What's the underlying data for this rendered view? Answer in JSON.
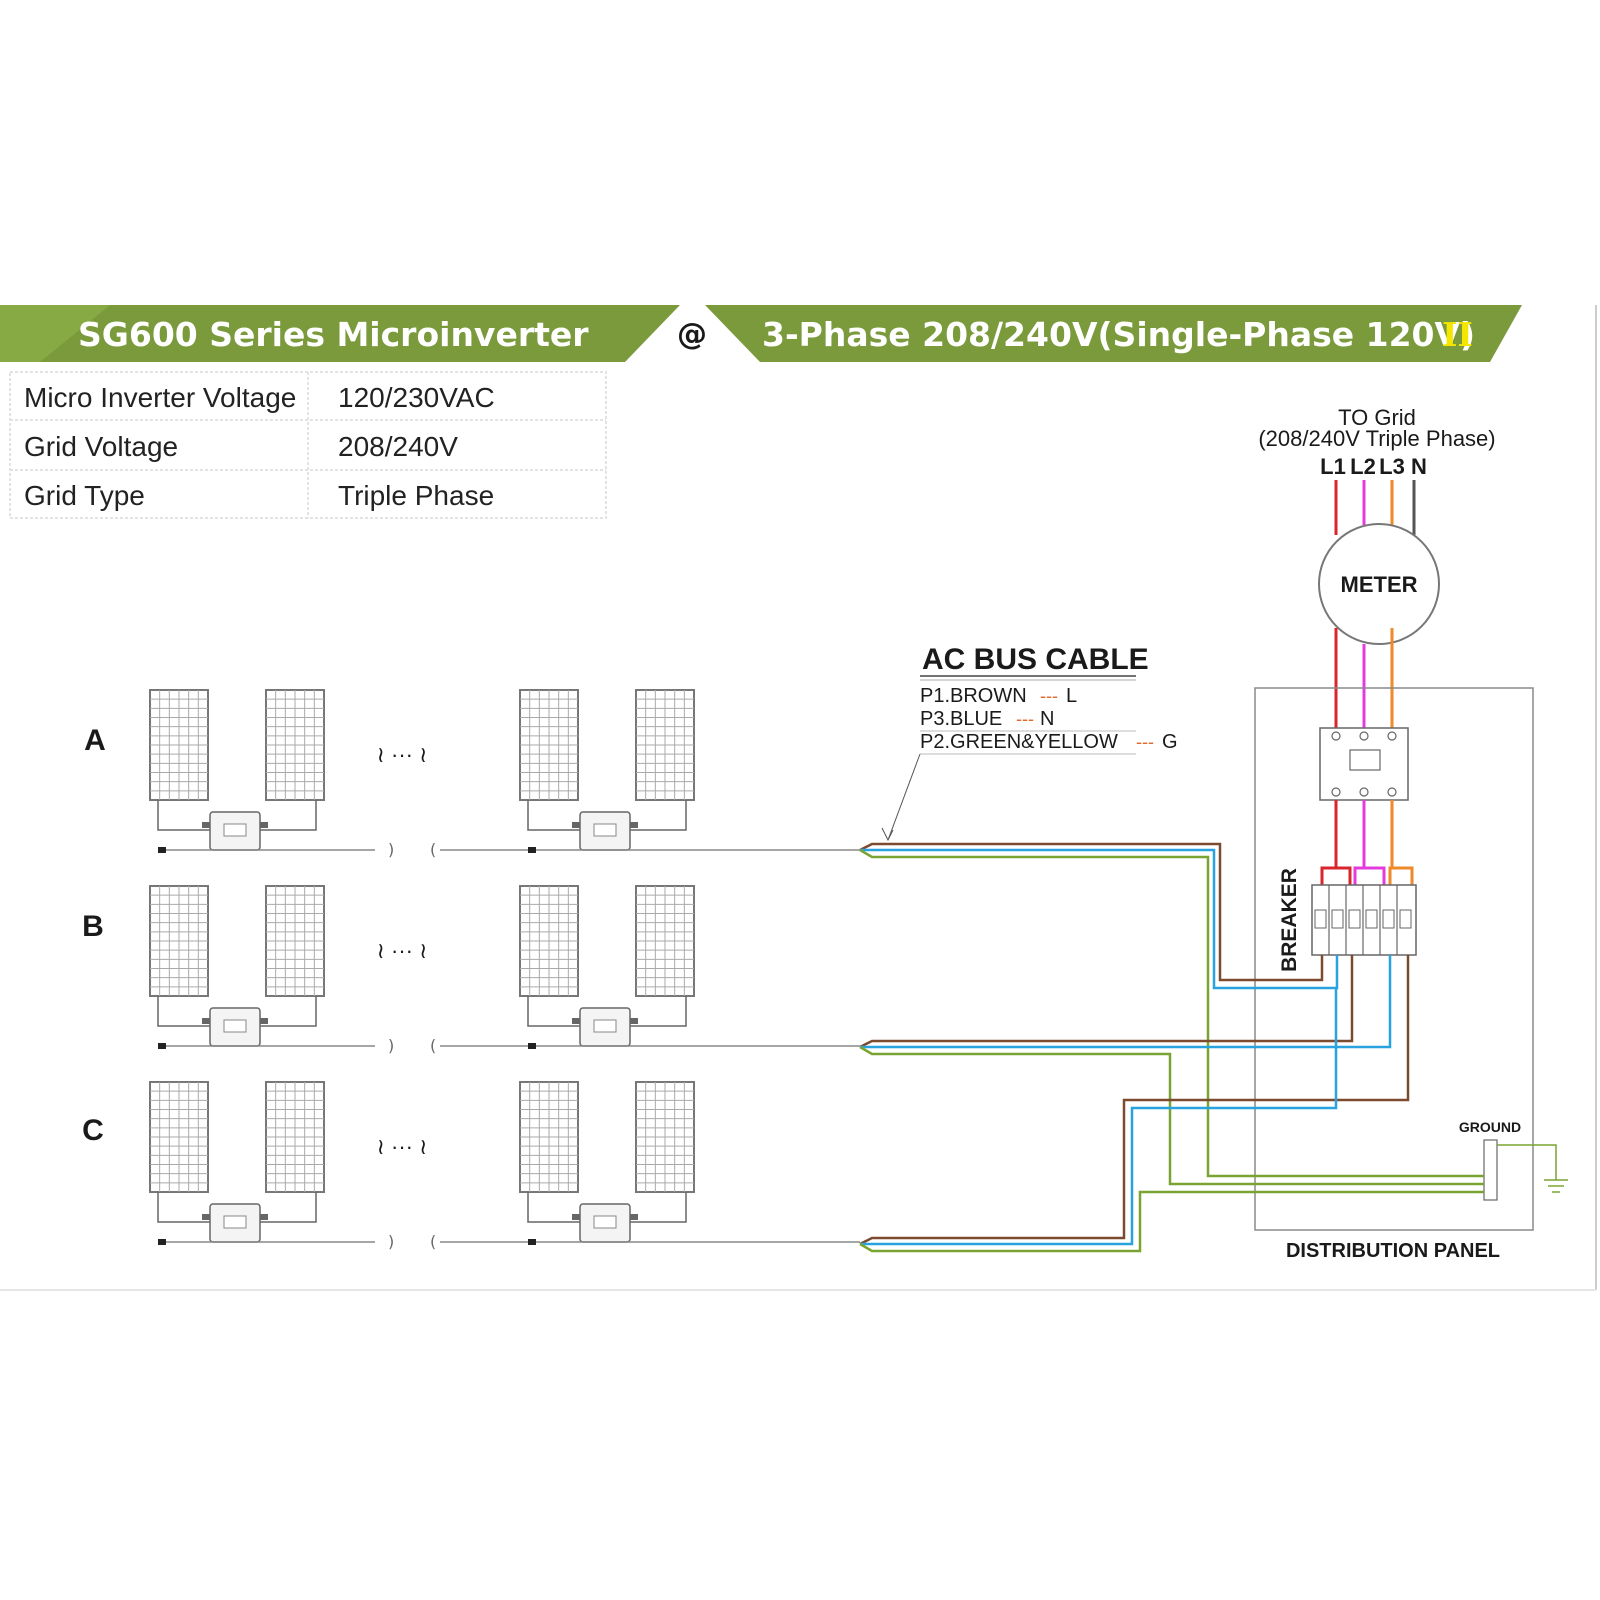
{
  "header": {
    "left_title": "SG600 Series Microinverter",
    "separator": "@",
    "right_title": "3-Phase 208/240V(Single-Phase 120V)",
    "right_suffix": "II",
    "colors": {
      "band": "#7a9a3c",
      "suffix": "#f5e600"
    }
  },
  "specs": {
    "rows": [
      {
        "label": "Micro Inverter Voltage",
        "value": "120/230VAC"
      },
      {
        "label": "Grid  Voltage",
        "value": "208/240V"
      },
      {
        "label": "Grid Type",
        "value": "Triple Phase"
      }
    ]
  },
  "diagram": {
    "grid": {
      "title": "TO Grid",
      "subtitle": "(208/240V Triple Phase)",
      "lines": [
        "L1",
        "L2",
        "L3",
        "N"
      ]
    },
    "meter_label": "METER",
    "breaker_label": "BREAKER",
    "ground_label": "GROUND",
    "panel_label": "DISTRIBUTION PANEL",
    "bus_cable": {
      "title": "AC BUS CABLE",
      "legend": [
        {
          "wire": "P1.BROWN",
          "dash": "---",
          "term": "L"
        },
        {
          "wire": "P3.BLUE",
          "dash": "---",
          "term": "N"
        },
        {
          "wire": "P2.GREEN&YELLOW",
          "dash": "---",
          "term": "G"
        }
      ]
    },
    "strings": [
      {
        "label": "A"
      },
      {
        "label": "B"
      },
      {
        "label": "C"
      }
    ],
    "ellipsis": "≀ ··· ≀",
    "colors": {
      "brown": "#7b4a2f",
      "blue": "#29a3df",
      "green": "#7aa432",
      "L1": "#d9262c",
      "L2": "#e43bdc",
      "L3": "#ee8a2a",
      "N": "#555555"
    }
  }
}
